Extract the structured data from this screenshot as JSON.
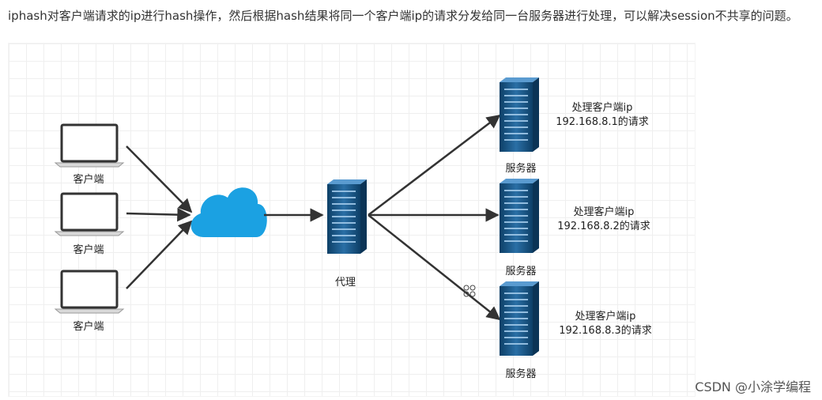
{
  "caption": "iphash对客户端请求的ip进行hash操作，然后根据hash结果将同一个客户端ip的请求分发给同一台服务器进行处理，可以解决session不共享的问题。",
  "diagram": {
    "clients": [
      {
        "label": "客户端"
      },
      {
        "label": "客户端"
      },
      {
        "label": "客户端"
      }
    ],
    "proxy": {
      "label": "代理"
    },
    "servers": [
      {
        "label": "服务器",
        "line1": "处理客户端ip",
        "line2": "192.168.8.1的请求"
      },
      {
        "label": "服务器",
        "line1": "处理客户端ip",
        "line2": "192.168.8.2的请求"
      },
      {
        "label": "服务器",
        "line1": "处理客户端ip",
        "line2": "192.168.8.3的请求"
      }
    ]
  },
  "watermark": "CSDN @小涂学编程",
  "colors": {
    "cloud": "#1ba1e2",
    "server": "#1f5d8e",
    "arrow": "#333333"
  }
}
